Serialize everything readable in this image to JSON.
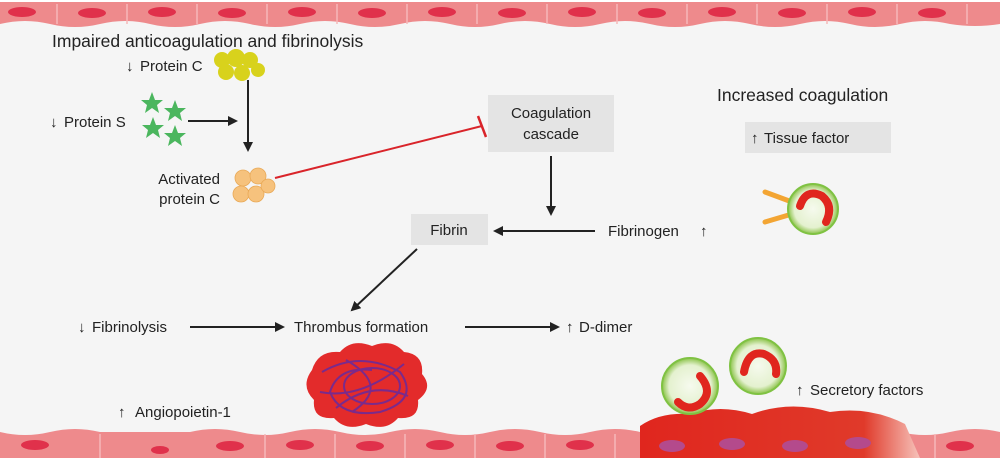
{
  "title": "Impaired anticoagulation and fibrinolysis",
  "section_right": "Increased coagulation",
  "labels": {
    "protein_c": "Protein C",
    "protein_s": "Protein S",
    "activated_protein_c_line1": "Activated",
    "activated_protein_c_line2": "protein C",
    "coag_cascade_line1": "Coagulation",
    "coag_cascade_line2": "cascade",
    "fibrin": "Fibrin",
    "fibrinogen": "Fibrinogen",
    "tissue_factor": "Tissue factor",
    "fibrinolysis": "Fibrinolysis",
    "thrombus_formation": "Thrombus formation",
    "d_dimer": "D-dimer",
    "angiopoietin": "Angiopoietin-1",
    "secretory_factors": "Secretory factors"
  },
  "colors": {
    "vessel_cell": "#ee8a8c",
    "vessel_nucleus": "#e0314b",
    "activated_cell": "#e0261e",
    "activated_nucleus": "#b44a8c",
    "protein_c": "#d8d21c",
    "protein_s": "#4bb65e",
    "apc": "#f6c27d",
    "inhibit_line": "#d9242a",
    "box_fill": "#e4e4e4",
    "monocyte_ring": "#7fc242",
    "monocyte_core": "#f2f7e8",
    "nucleus_red": "#e0261e",
    "tf_receptor": "#f3a533",
    "thrombus_red": "#e32b2b",
    "thrombus_fiber": "#7a2a8c"
  }
}
